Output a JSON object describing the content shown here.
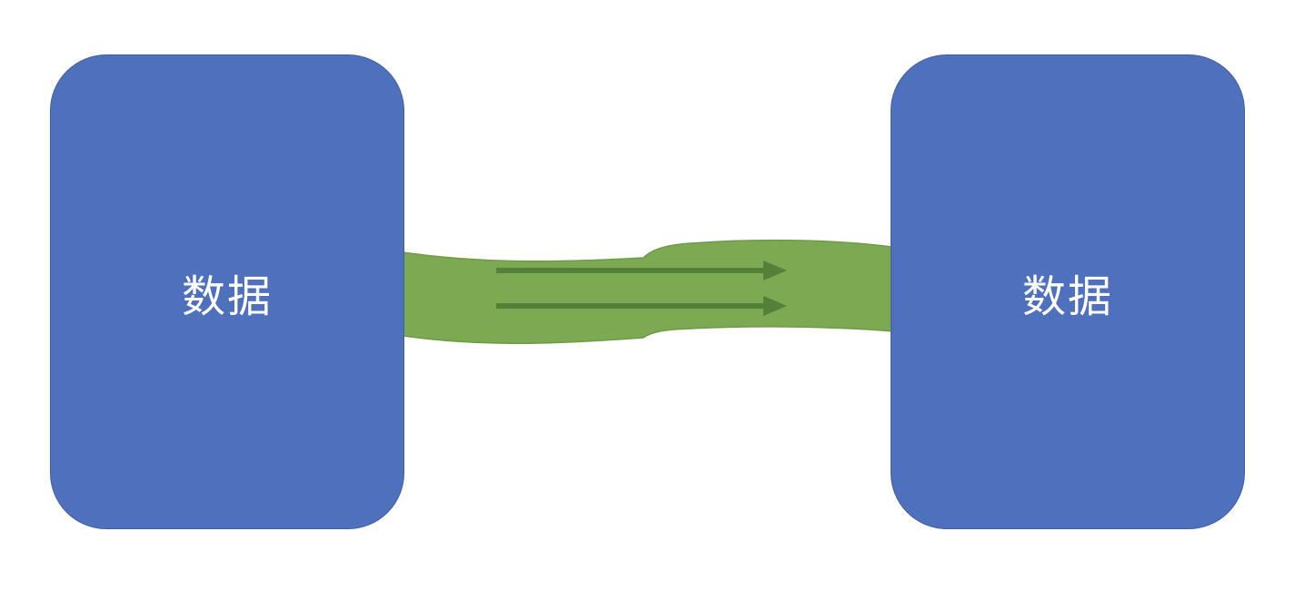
{
  "diagram": {
    "left_box": {
      "label": "数据"
    },
    "right_box": {
      "label": "数据"
    }
  },
  "colors": {
    "box_fill": "#4F70BD",
    "box_stroke": "#42609F",
    "pipe_fill": "#7DA953",
    "pipe_stroke": "#6F9A48",
    "arrow": "#55803A"
  },
  "icons": {
    "connector": "pipe-shape",
    "flow_arrows": "right-arrow"
  }
}
